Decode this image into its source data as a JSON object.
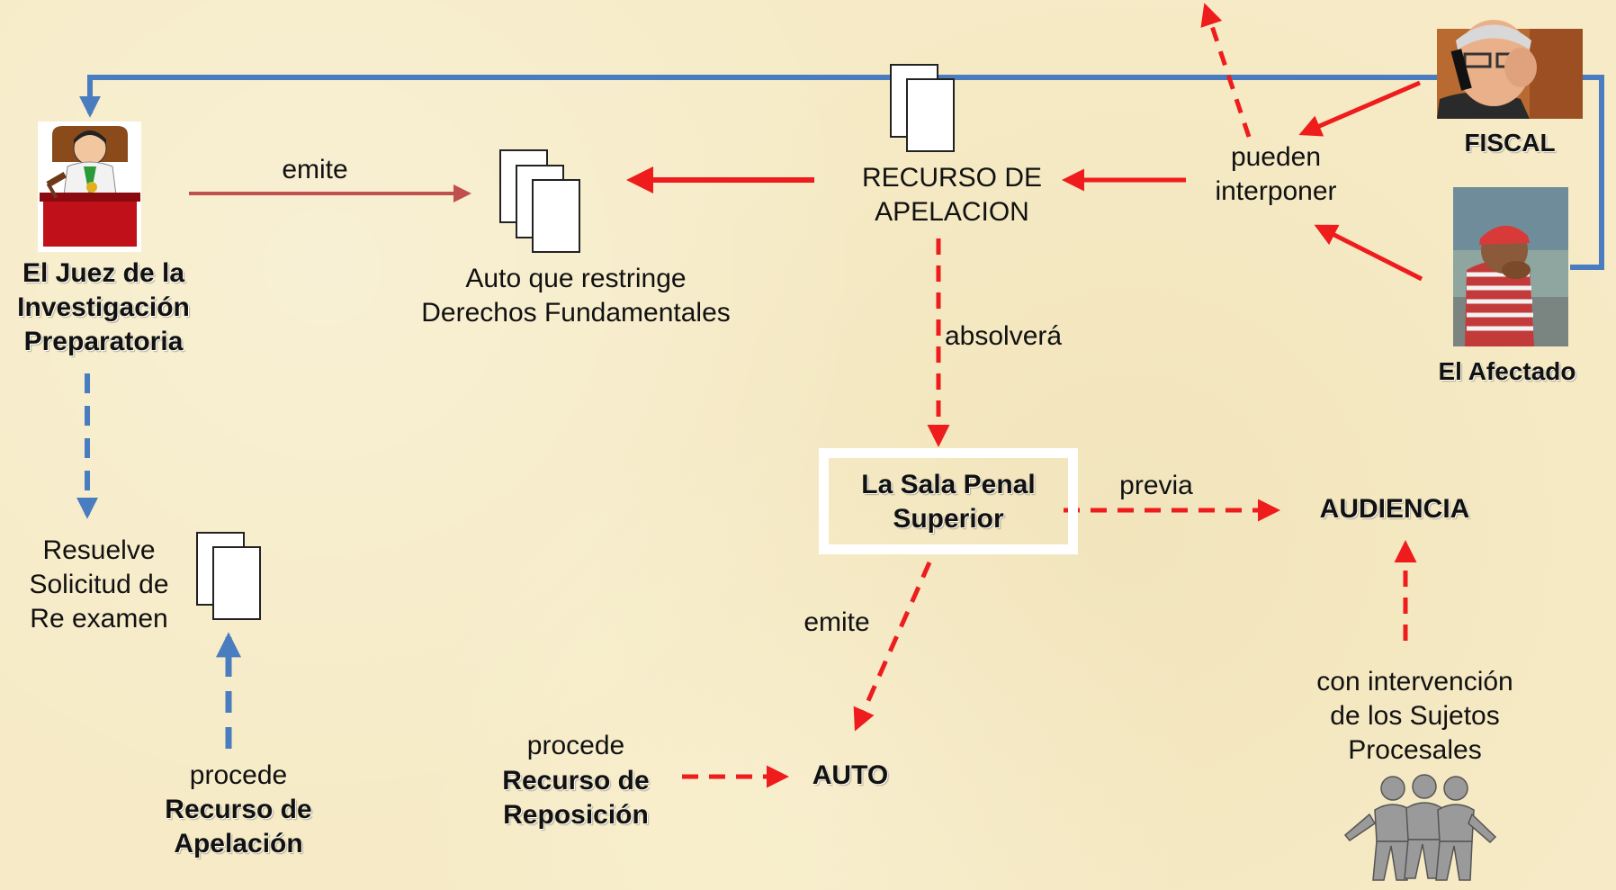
{
  "labels": {
    "judge": "El Juez de la\nInvestigación\nPreparatoria",
    "emite_top": "emite",
    "auto_restringe": "Auto que restringe\nDerechos Fundamentales",
    "recurso_apelacion": "RECURSO DE\nAPELACION",
    "pueden_interponer": "pueden\ninterponer",
    "fiscal": "FISCAL",
    "afectado": "El Afectado",
    "absolvera": "absolverá",
    "sala_penal": "La Sala Penal\nSuperior",
    "previa": "previa",
    "audiencia": "AUDIENCIA",
    "resuelve": "Resuelve\nSolicitud de\nRe examen",
    "procede_left": "procede",
    "recurso_apelacion_left": "Recurso de\nApelación",
    "emite_bottom": "emite",
    "procede_mid": "procede",
    "recurso_reposicion": "Recurso de\nReposición",
    "auto": "AUTO",
    "con_intervencion": "con intervención\nde los Sujetos\nProcesales"
  },
  "icons": [
    "judge-icon",
    "document-stack-icon",
    "fiscal-photo-icon",
    "afectado-photo-icon",
    "group-people-icon"
  ],
  "colors": {
    "background": "#f6ebc6",
    "blue_line": "#4a7cc0",
    "red_arrow": "#ee1c1c",
    "brown_arrow": "#c0504d"
  }
}
